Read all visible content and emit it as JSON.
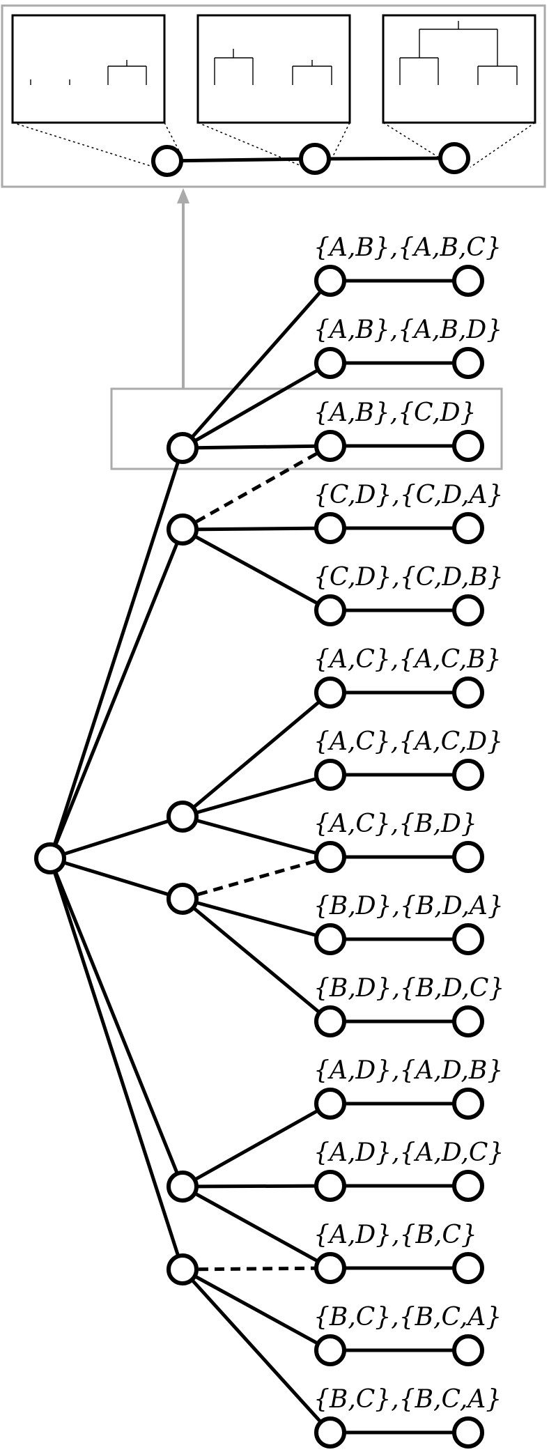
{
  "leaf_labels": [
    "{A,B},{A,B,C}",
    "{A,B},{A,B,D}",
    "{A,B},{C,D}",
    "{C,D},{C,D,A}",
    "{C,D},{C,D,B}",
    "{A,C},{A,C,B}",
    "{A,C},{A,C,D}",
    "{A,C},{B,D}",
    "{B,D},{B,D,A}",
    "{B,D},{B,D,C}",
    "{A,D},{A,D,B}",
    "{A,D},{A,D,C}",
    "{A,D},{B,C}",
    "{B,C},{B,C,A}",
    "{B,C},{B,C,A}"
  ],
  "colors": {
    "edge": "#000000",
    "highlight_box": "#aaaaaa"
  }
}
